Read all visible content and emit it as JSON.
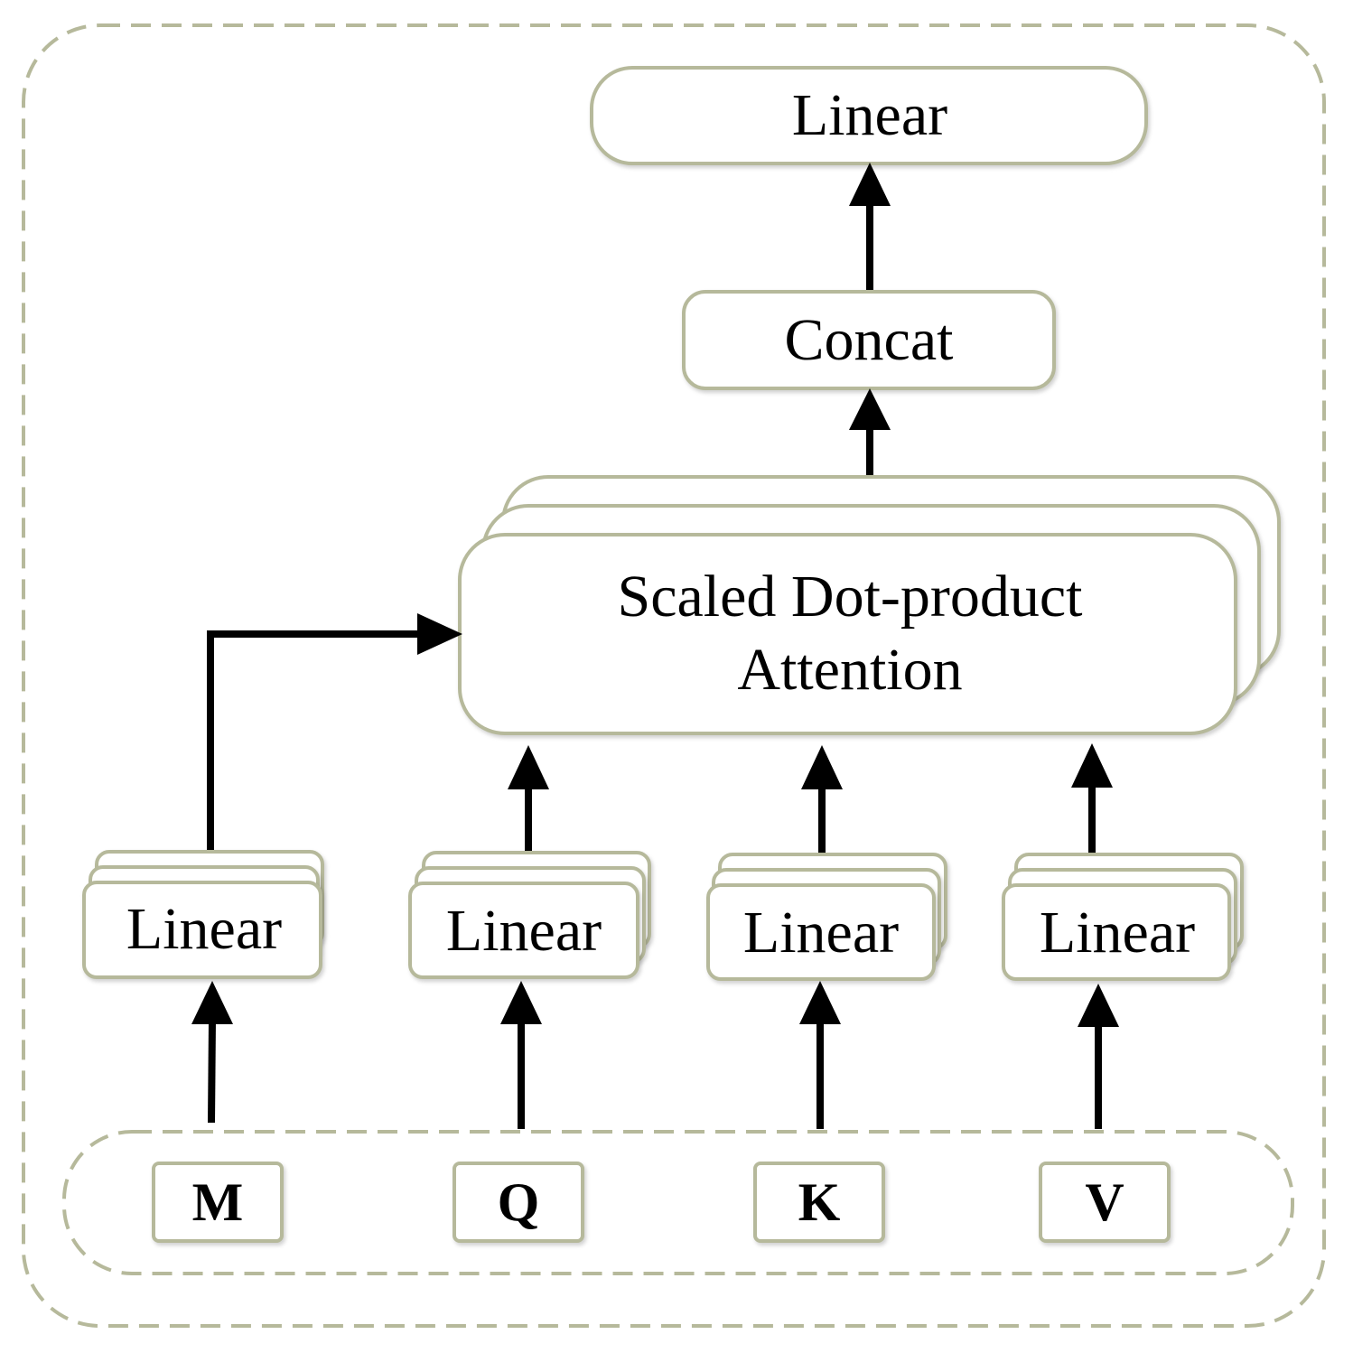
{
  "diagram": {
    "top_linear": "Linear",
    "concat": "Concat",
    "attention_line1": "Scaled Dot-product",
    "attention_line2": "Attention",
    "branch_linears": [
      {
        "label": "Linear"
      },
      {
        "label": "Linear"
      },
      {
        "label": "Linear"
      },
      {
        "label": "Linear"
      }
    ],
    "inputs": [
      {
        "label": "M"
      },
      {
        "label": "Q"
      },
      {
        "label": "K"
      },
      {
        "label": "V"
      }
    ]
  },
  "colors": {
    "box_stroke": "#b6b99b",
    "arrow": "#000000",
    "background": "#ffffff"
  }
}
